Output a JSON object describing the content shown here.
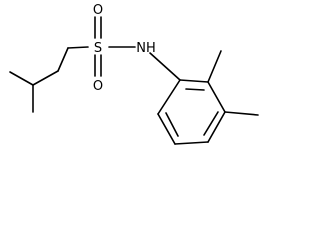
{
  "molecule": {
    "atoms": {
      "sulfur": "S",
      "oxygen_top": "O",
      "oxygen_bottom": "O",
      "amine": "NH"
    },
    "colors": {
      "bond": "#000000",
      "label": "#000000",
      "background": "#ffffff"
    }
  }
}
